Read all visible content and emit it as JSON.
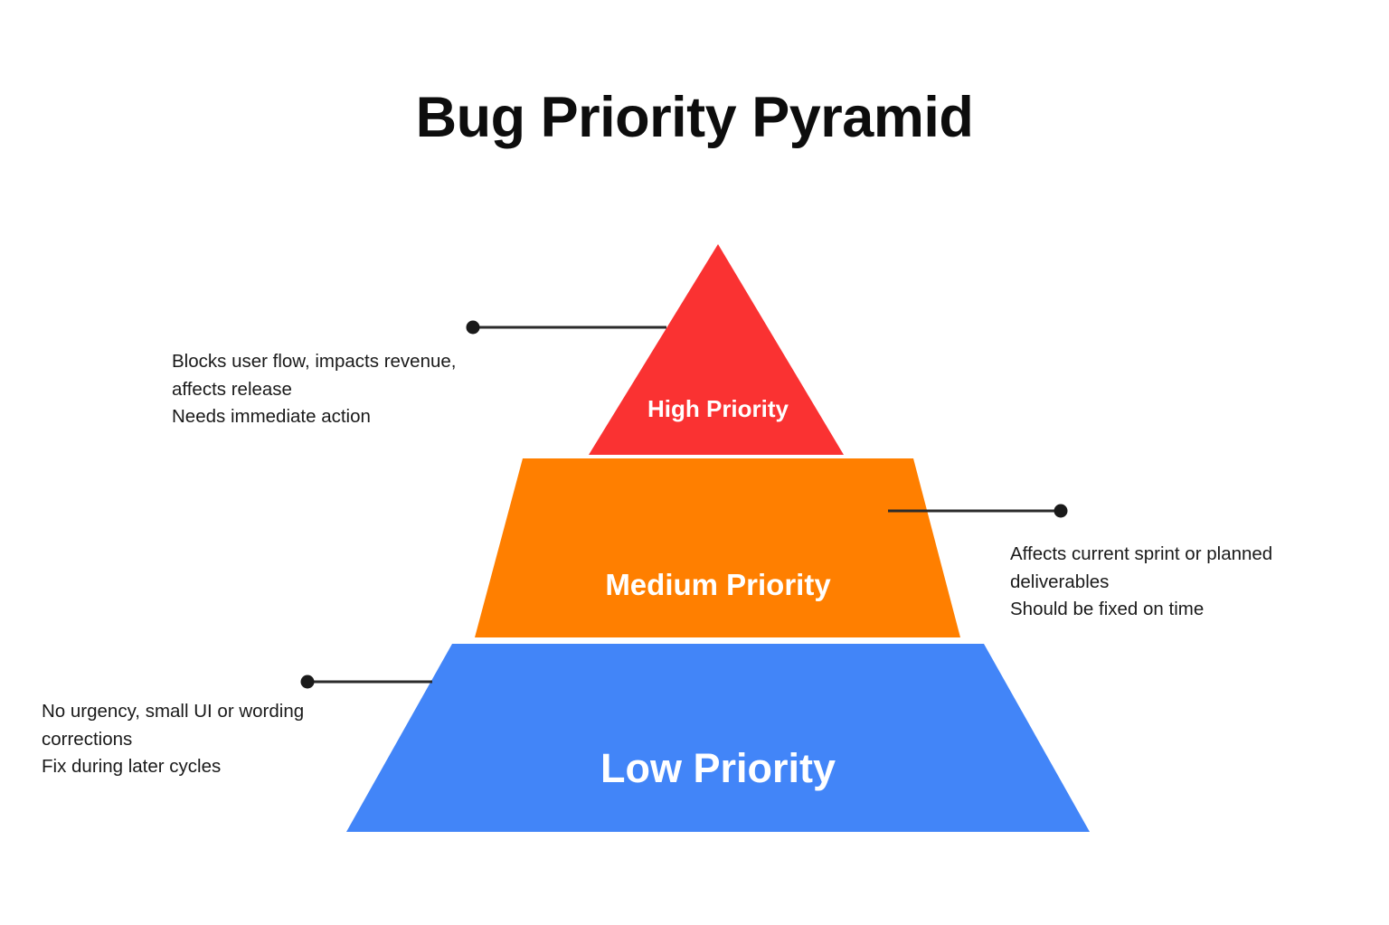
{
  "title": "Bug Priority Pyramid",
  "background_color": "#ffffff",
  "title_color": "#0d0d0d",
  "chart_data": {
    "type": "pyramid",
    "title": "Bug Priority Pyramid",
    "orientation": "apex-up",
    "levels": [
      {
        "label": "High Priority",
        "color": "#fa3232",
        "rank": 1,
        "annotation_line_1": "Blocks user flow, impacts revenue, affects release",
        "annotation_line_2": "Needs immediate action",
        "annotation_side": "left"
      },
      {
        "label": "Medium Priority",
        "color": "#ff7f00",
        "rank": 2,
        "annotation_line_1": "Affects current sprint or planned deliverables",
        "annotation_line_2": "Should be fixed on time",
        "annotation_side": "right"
      },
      {
        "label": "Low Priority",
        "color": "#4285f8",
        "rank": 3,
        "annotation_line_1": "No urgency, small UI or wording corrections",
        "annotation_line_2": "Fix during later cycles",
        "annotation_side": "left"
      }
    ],
    "legend": "none",
    "grid": false
  },
  "tiers": {
    "high": {
      "label": "High Priority",
      "color": "#fa3232"
    },
    "medium": {
      "label": "Medium Priority",
      "color": "#ff7f00"
    },
    "low": {
      "label": "Low Priority",
      "color": "#4285f8"
    }
  },
  "annotations": {
    "high": "Blocks user flow, impacts revenue,\naffects release\nNeeds immediate action",
    "medium": "Affects current sprint or planned\ndeliverables\nShould be fixed on time",
    "low": "No urgency, small UI or wording\ncorrections\nFix during later cycles"
  },
  "leader_color": "#2b2b2b"
}
